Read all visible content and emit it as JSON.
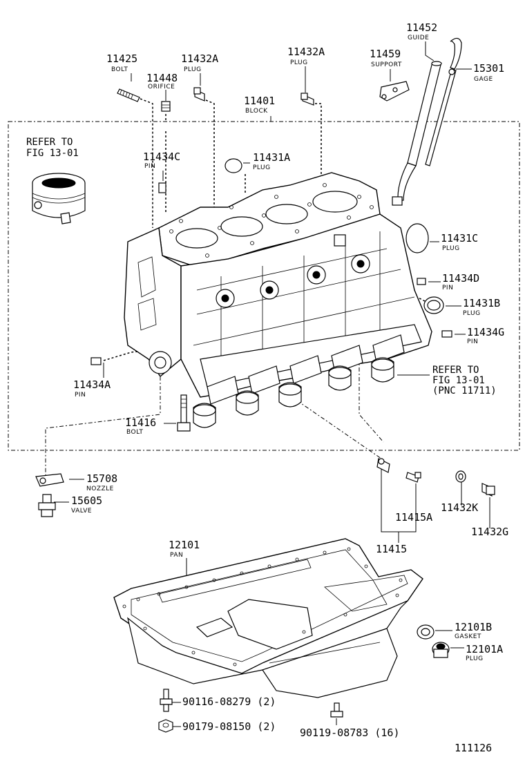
{
  "parts": [
    {
      "id": "p11425",
      "number": "11425",
      "name": "BOLT"
    },
    {
      "id": "p11448",
      "number": "11448",
      "name": "ORIFICE"
    },
    {
      "id": "p11432A_1",
      "number": "11432A",
      "name": "PLUG"
    },
    {
      "id": "p11432A_2",
      "number": "11432A",
      "name": "PLUG"
    },
    {
      "id": "p11459",
      "number": "11459",
      "name": "SUPPORT"
    },
    {
      "id": "p11452",
      "number": "11452",
      "name": "GUIDE"
    },
    {
      "id": "p15301",
      "number": "15301",
      "name": "GAGE"
    },
    {
      "id": "p11401",
      "number": "11401",
      "name": "BLOCK"
    },
    {
      "id": "p11434C",
      "number": "11434C",
      "name": "PIN"
    },
    {
      "id": "p11431A",
      "number": "11431A",
      "name": "PLUG"
    },
    {
      "id": "p11431C",
      "number": "11431C",
      "name": "PLUG"
    },
    {
      "id": "p11434D",
      "number": "11434D",
      "name": "PIN"
    },
    {
      "id": "p11431B",
      "number": "11431B",
      "name": "PLUG"
    },
    {
      "id": "p11434G",
      "number": "11434G",
      "name": "PIN"
    },
    {
      "id": "p11434A",
      "number": "11434A",
      "name": "PIN"
    },
    {
      "id": "p11416",
      "number": "11416",
      "name": "BOLT"
    },
    {
      "id": "p15708",
      "number": "15708",
      "name": "NOZZLE"
    },
    {
      "id": "p15605",
      "number": "15605",
      "name": "VALVE"
    },
    {
      "id": "p11415A",
      "number": "11415A",
      "name": ""
    },
    {
      "id": "p11432K",
      "number": "11432K",
      "name": ""
    },
    {
      "id": "p11432G",
      "number": "11432G",
      "name": ""
    },
    {
      "id": "p11415",
      "number": "11415",
      "name": ""
    },
    {
      "id": "p12101",
      "number": "12101",
      "name": "PAN"
    },
    {
      "id": "p12101B",
      "number": "12101B",
      "name": "GASKET"
    },
    {
      "id": "p12101A",
      "number": "12101A",
      "name": "PLUG"
    },
    {
      "id": "p90116",
      "number": "90116-08279 (2)",
      "name": ""
    },
    {
      "id": "p90179",
      "number": "90179-08150 (2)",
      "name": ""
    },
    {
      "id": "p90119",
      "number": "90119-08783 (16)",
      "name": ""
    }
  ],
  "refs": {
    "piston": {
      "line1": "REFER TO",
      "line2": "FIG 13-01"
    },
    "bearing": {
      "line1": "REFER TO",
      "line2": "FIG 13-01",
      "line3": "(PNC 11711)"
    }
  },
  "footer": {
    "figure_id": "111126"
  }
}
